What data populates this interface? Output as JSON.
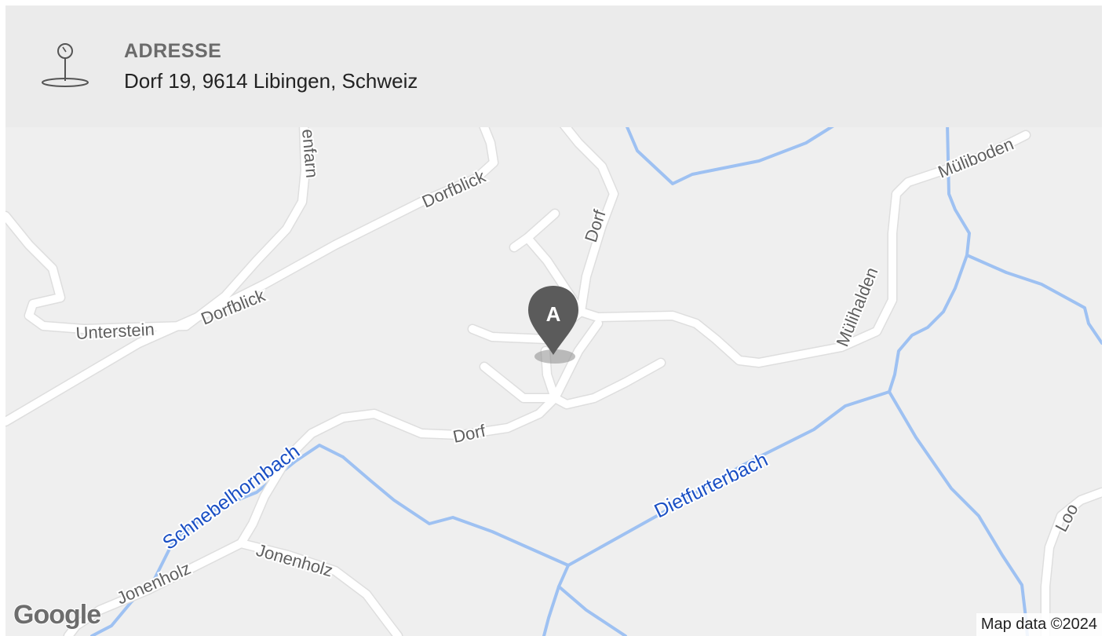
{
  "header": {
    "icon": "location-pin-icon",
    "label": "ADRESSE",
    "address": "Dorf 19, 9614 Libingen, Schweiz"
  },
  "map": {
    "marker_letter": "A",
    "road_labels": {
      "dorf_north": "Dorf",
      "dorf_south": "Dorf",
      "dorfblick_upper": "Dorfblick",
      "dorfblick_lower": "Dorfblick",
      "unterstein": "Unterstein",
      "enfarn": "enfarn",
      "muelihalden": "Mülihalden",
      "mueliboden": "Müliboden",
      "jonenholz_left": "Jonenholz",
      "jonenholz_right": "Jonenholz",
      "loo": "Loo"
    },
    "water_labels": {
      "schnebelhornbach": "Schnebelhornbach",
      "dietfurterbach": "Dietfurterbach"
    },
    "logo": "Google",
    "attribution": "Map data ©2024",
    "colors": {
      "background": "#efefef",
      "road": "#ffffff",
      "water": "#9ec1f2",
      "marker": "#5b5b5b",
      "water_label": "#1a4fc4"
    }
  }
}
